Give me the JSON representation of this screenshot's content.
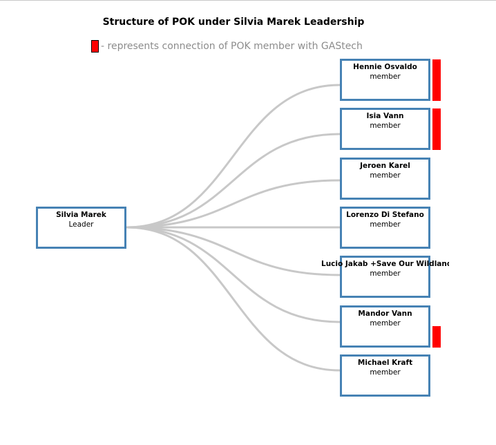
{
  "title": "Structure of POK under Silvia Marek Leadership",
  "legend": {
    "text": "- represents connection of POK member with GAStech",
    "color": "#ff0000"
  },
  "colors": {
    "node_border": "#4682b4",
    "link": "#c8c8c8",
    "gastech": "#ff0000"
  },
  "leader": {
    "name": "Silvia Marek",
    "role": "Leader"
  },
  "members": [
    {
      "name": "Hennie Osvaldo",
      "role": "member",
      "gastech_connection": true
    },
    {
      "name": "Isia Vann",
      "role": "member",
      "gastech_connection": true
    },
    {
      "name": "Jeroen Karel",
      "role": "member",
      "gastech_connection": false
    },
    {
      "name": "Lorenzo Di Stefano",
      "role": "member",
      "gastech_connection": false
    },
    {
      "name": "Lucio Jakab +Save Our Wildlands",
      "role": "member",
      "gastech_connection": false
    },
    {
      "name": "Mandor Vann",
      "role": "member",
      "gastech_connection": true
    },
    {
      "name": "Michael Kraft",
      "role": "member",
      "gastech_connection": false
    }
  ]
}
